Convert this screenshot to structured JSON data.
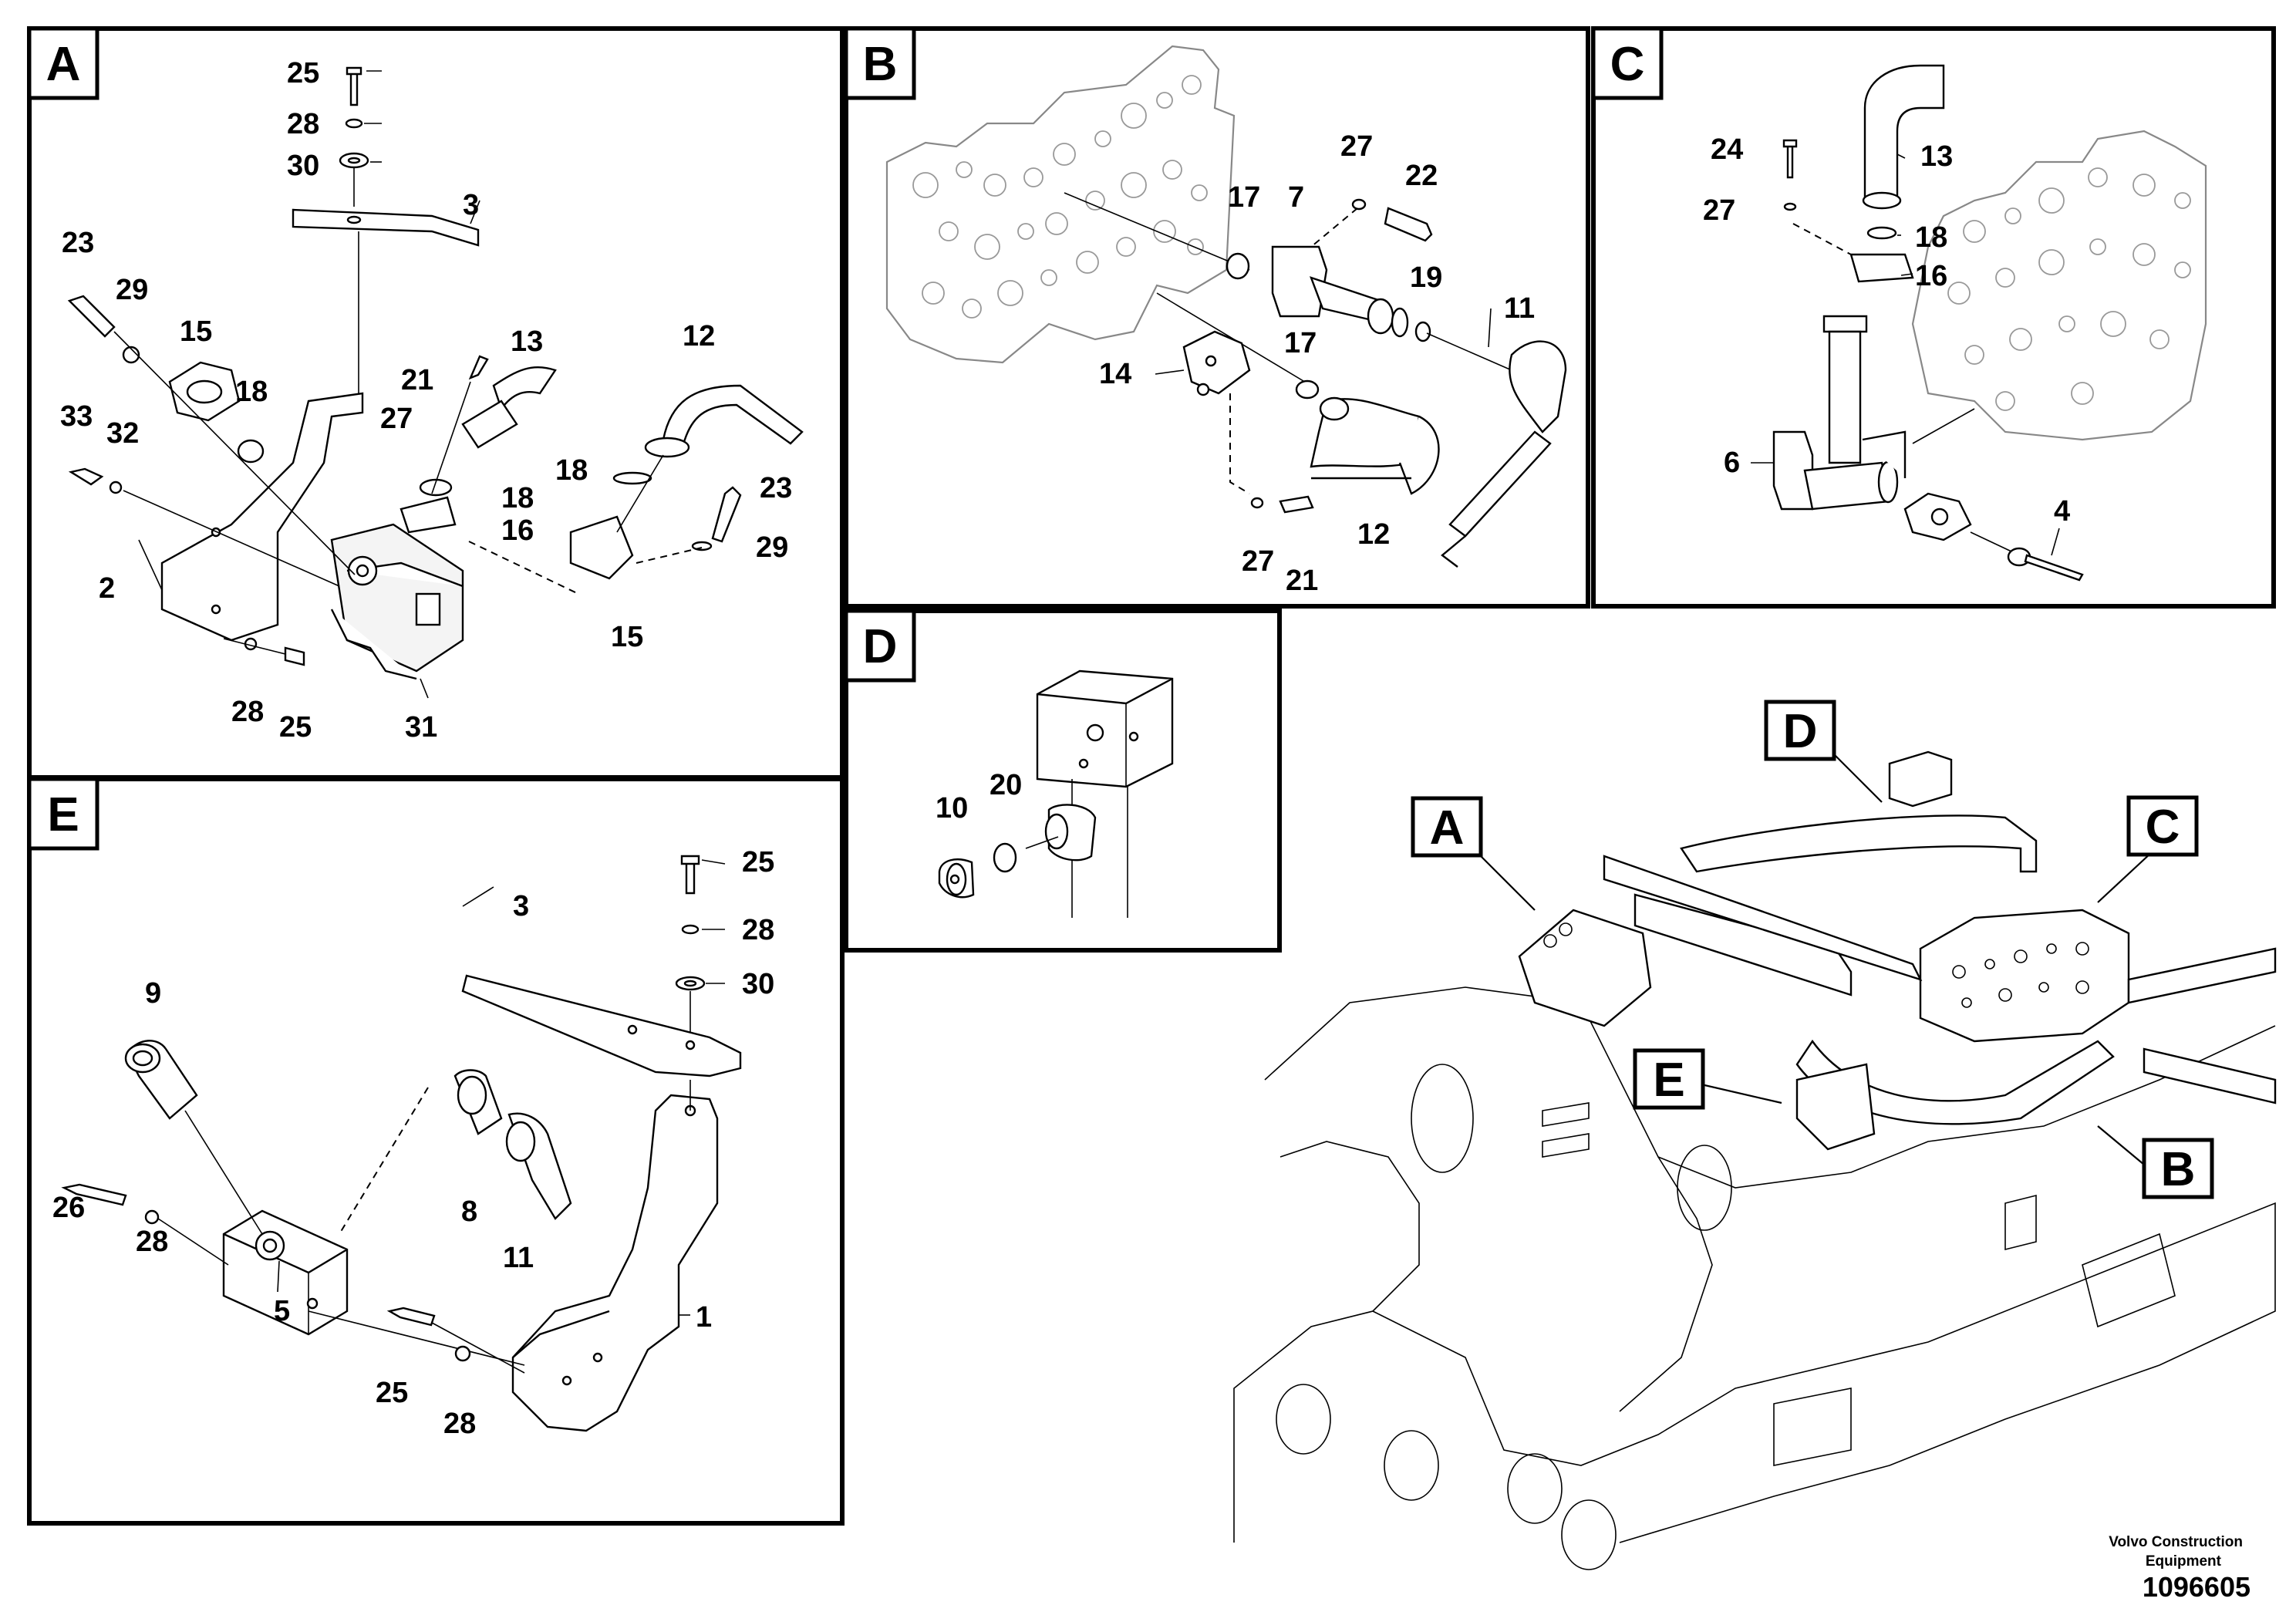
{
  "panels": {
    "A": {
      "letter": "A",
      "labels": [
        "25",
        "28",
        "30",
        "3",
        "23",
        "29",
        "15",
        "18",
        "33",
        "32",
        "2",
        "21",
        "27",
        "13",
        "18",
        "16",
        "12",
        "18",
        "23",
        "29",
        "15",
        "31",
        "28",
        "25"
      ]
    },
    "B": {
      "letter": "B",
      "labels": [
        "27",
        "22",
        "17",
        "7",
        "19",
        "11",
        "14",
        "17",
        "12",
        "27",
        "21"
      ]
    },
    "C": {
      "letter": "C",
      "labels": [
        "24",
        "13",
        "27",
        "18",
        "16",
        "6",
        "4"
      ]
    },
    "D": {
      "letter": "D",
      "labels": [
        "10",
        "20"
      ]
    },
    "E": {
      "letter": "E",
      "labels": [
        "25",
        "3",
        "28",
        "30",
        "9",
        "26",
        "28",
        "5",
        "8",
        "11",
        "1",
        "25",
        "28"
      ]
    }
  },
  "overview": {
    "callouts": [
      "A",
      "B",
      "C",
      "D",
      "E"
    ]
  },
  "footer": {
    "company": "Volvo Construction",
    "company_line2": "Equipment",
    "drawing_number": "1096605"
  }
}
